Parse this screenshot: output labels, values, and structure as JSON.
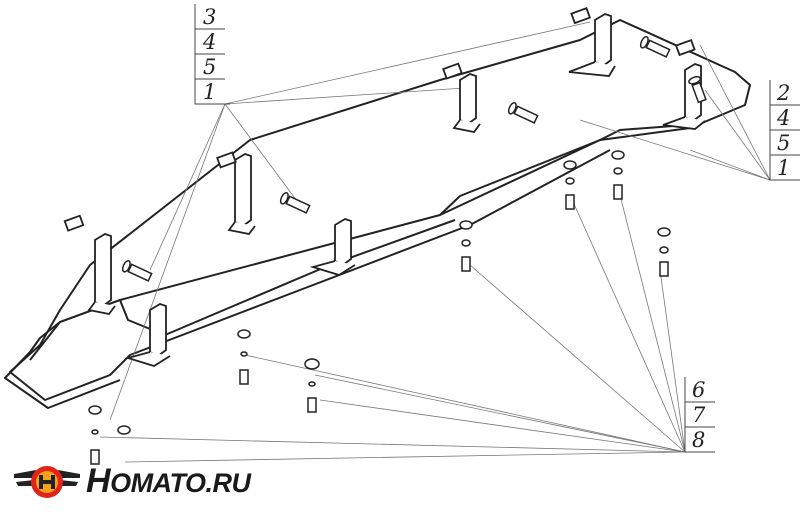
{
  "diagram": {
    "callouts_top_left": [
      "3",
      "4",
      "5",
      "1"
    ],
    "callouts_right": [
      "2",
      "4",
      "5",
      "1"
    ],
    "callouts_bottom_right": [
      "6",
      "7",
      "8"
    ]
  },
  "brand": {
    "name_initial": "H",
    "name_rest": "OMATO.RU",
    "logo_icon": "winged-h-logo-icon",
    "colors": {
      "red": "#e2231a",
      "gold": "#f2a21b",
      "ink": "#222222"
    }
  }
}
